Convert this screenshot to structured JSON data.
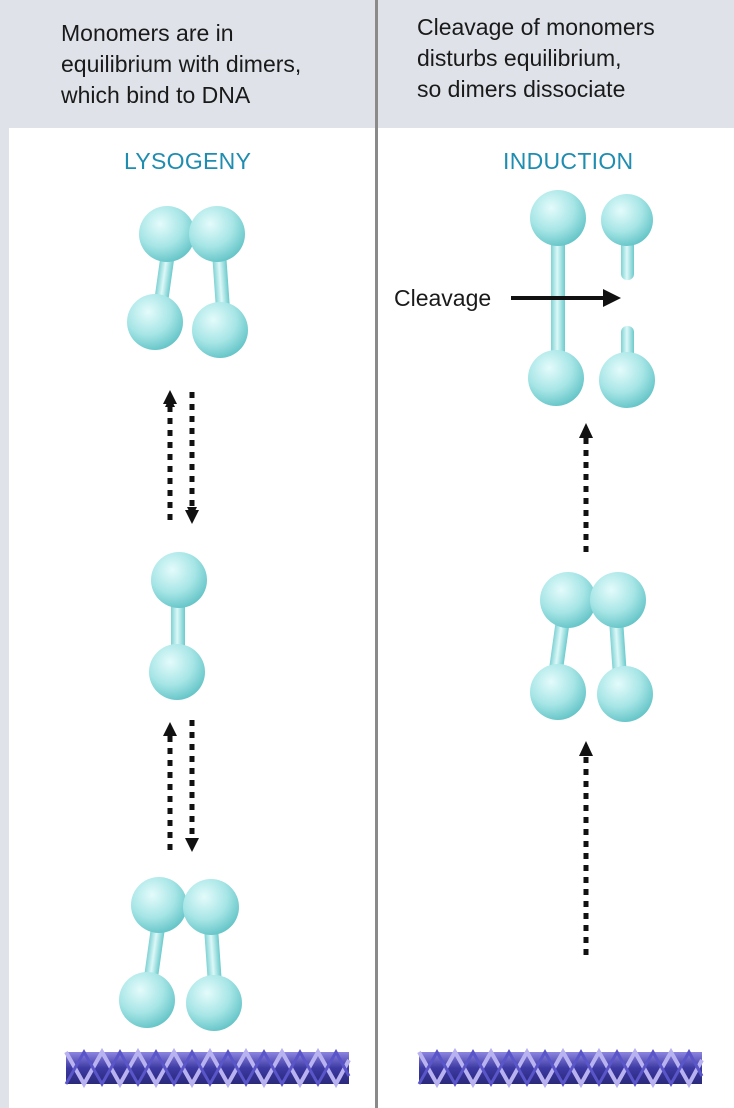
{
  "left_panel": {
    "header": "Monomers are in\nequilibrium with dimers,\nwhich bind to DNA",
    "title": "LYSOGENY"
  },
  "right_panel": {
    "header": "Cleavage of monomers\ndisturbs equilibrium,\nso dimers dissociate",
    "title": "INDUCTION",
    "cleavage_label": "Cleavage"
  },
  "colors": {
    "protein": "#8fdede",
    "protein_highlight": "#e4fbfb",
    "protein_outline": "#66c4c6",
    "dna_dark": "#3d3aa3",
    "dna_light": "#8d85e0",
    "header_bg": "#dfe3e9",
    "title_text": "#1f8db0"
  }
}
